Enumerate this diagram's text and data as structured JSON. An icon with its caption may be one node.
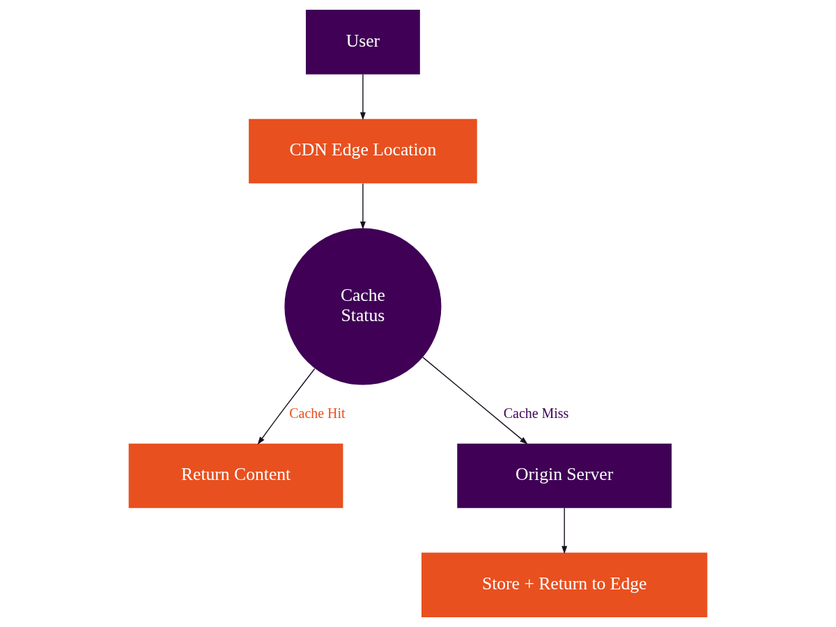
{
  "diagram": {
    "nodes": [
      {
        "text": [
          "User"
        ]
      },
      {
        "text": [
          "CDN Edge Location"
        ]
      },
      {
        "text": [
          "Cache Status"
        ]
      },
      {
        "text": [
          "Return Content"
        ]
      },
      {
        "text": [
          "Origin Server"
        ]
      },
      {
        "text": [
          "Store + Return to Edge"
        ]
      }
    ],
    "edges": [
      {
        "from": 0,
        "to": 1,
        "arrow": "to"
      },
      {
        "from": 1,
        "to": 2,
        "arrow": "to"
      },
      {
        "from": 2,
        "to": 3,
        "arrow": "to",
        "label": "Cache Hit"
      },
      {
        "from": 2,
        "to": 4,
        "arrow": "to",
        "label": "Cache Miss"
      },
      {
        "from": 4,
        "to": 5,
        "arrow": "to"
      }
    ]
  }
}
